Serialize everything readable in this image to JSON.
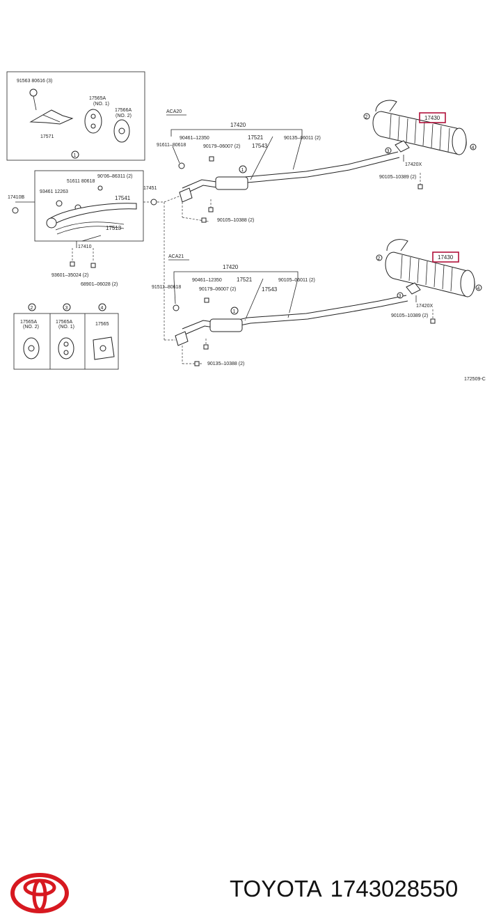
{
  "figure_code": "172509-C",
  "variants": [
    "ACA20",
    "ACA21"
  ],
  "insets": {
    "top": {
      "label": "1",
      "parts": [
        "91563 80616 (3)",
        "17565A",
        "(NO. 1)",
        "17566A",
        "(NO. 2)",
        "17571"
      ]
    },
    "middle": {
      "label": "17410",
      "parts": [
        "51611 80618",
        "90’06–86311 (2)",
        "93461 12263",
        "17541",
        "17513",
        "17410B"
      ]
    },
    "bottom": [
      {
        "label": "2",
        "parts": [
          "17565A",
          "(NO. 2)"
        ]
      },
      {
        "label": "3",
        "parts": [
          "17565A",
          "(NO. 1)"
        ]
      },
      {
        "label": "4",
        "parts": [
          "17565"
        ]
      }
    ],
    "bolts": [
      "93601–35024 (2)",
      "68901–06028 (2)"
    ]
  },
  "upper": {
    "assembly": "17420",
    "parts": [
      "90461–12350",
      "91611–80618",
      "17521",
      "90135–06011 (2)",
      "17543",
      "90179–06007 (2)",
      "90105–10388 (2)"
    ],
    "muffler": "17430",
    "clamp": "17420X",
    "clamp_bolt": "90105–10389 (2)",
    "side_part": "17451",
    "callouts": [
      "1",
      "2",
      "3",
      "4"
    ]
  },
  "lower": {
    "assembly": "17420",
    "parts": [
      "90461–12350",
      "91511–80618",
      "90179–06007 (2)",
      "17521",
      "90105–06011 (2)",
      "17543",
      "90135–10388 (2)"
    ],
    "muffler": "17430",
    "clamp": "17420X",
    "clamp_bolt": "90105–10389 (2)",
    "callouts": [
      "1",
      "2",
      "3",
      "4"
    ]
  },
  "footer": {
    "brand": "TOYOTA",
    "part_number": "1743028550",
    "colors": {
      "logo": "#d71920",
      "text": "#111111",
      "highlight": "#b0103a"
    }
  }
}
